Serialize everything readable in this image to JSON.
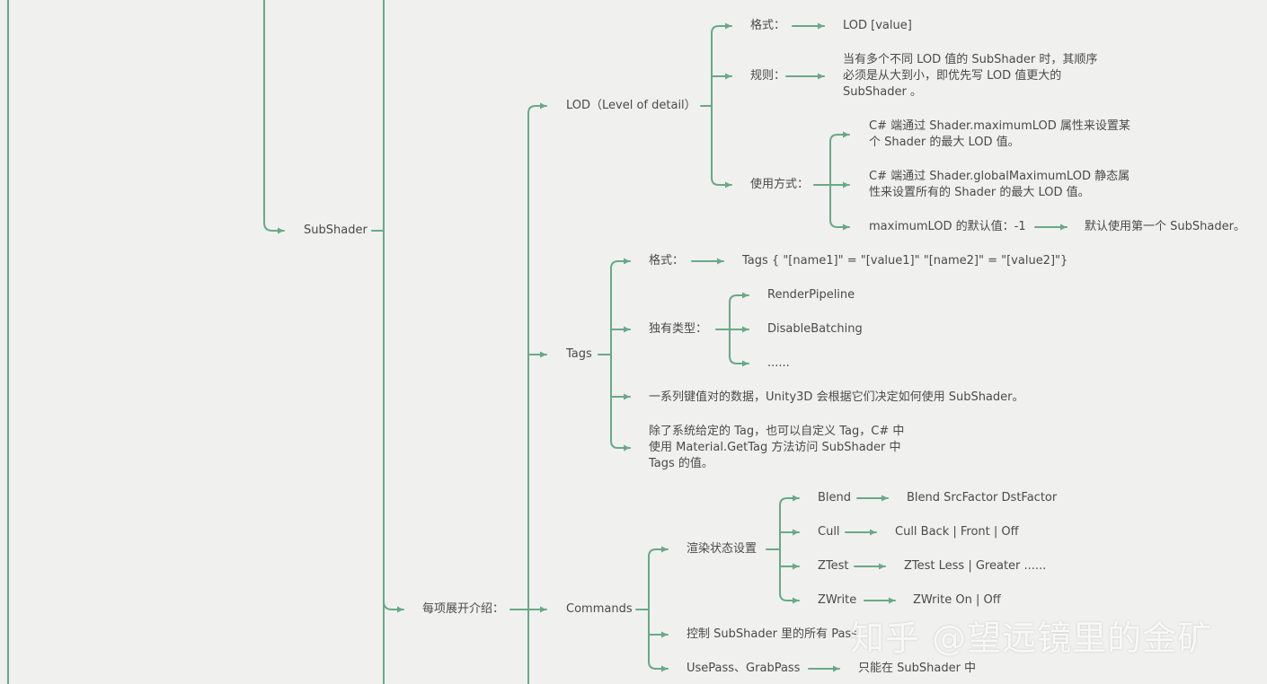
{
  "colors": {
    "background": "#f0f0ef",
    "line": "#68a987",
    "text": "#4a4a4a"
  },
  "nodes": {
    "subshader": "SubShader",
    "expand_intro": "每项展开介绍：",
    "lod": {
      "label": "LOD（Level of detail）",
      "format_label": "格式：",
      "format_value": "LOD [value]",
      "rule_label": "规则：",
      "rule_text": [
        "当有多个不同 LOD 值的 SubShader 时，其顺序",
        "必须是从大到小，即优先写 LOD 值更大的",
        "SubShader 。"
      ],
      "usage_label": "使用方式：",
      "usage_1": [
        "C# 端通过 Shader.maximumLOD 属性来设置某",
        "个 Shader 的最大 LOD 值。"
      ],
      "usage_2": [
        "C# 端通过 Shader.globalMaximumLOD 静态属",
        "性来设置所有的 Shader 的最大 LOD 值。"
      ],
      "usage_3": "maximumLOD 的默认值：-1",
      "usage_3_result": "默认使用第一个 SubShader。"
    },
    "tags": {
      "label": "Tags",
      "format_label": "格式：",
      "format_value": "Tags { \"[name1]\" = \"[value1]\" \"[name2]\" = \"[value2]\"}",
      "unique_label": "独有类型：",
      "unique_types": [
        "RenderPipeline",
        "DisableBatching",
        "......"
      ],
      "desc": "一系列键值对的数据，Unity3D 会根据它们决定如何使用 SubShader。",
      "custom": [
        "除了系统给定的 Tag，也可以自定义 Tag，C# 中",
        "使用 Material.GetTag 方法访问 SubShader 中",
        "Tags 的值。"
      ]
    },
    "commands": {
      "label": "Commands",
      "render_state_label": "渲染状态设置",
      "render_states": [
        {
          "name": "Blend",
          "value": "Blend SrcFactor DstFactor"
        },
        {
          "name": "Cull",
          "value": "Cull Back | Front | Off"
        },
        {
          "name": "ZTest",
          "value": "ZTest Less | Greater ......"
        },
        {
          "name": "ZWrite",
          "value": "ZWrite On | Off"
        }
      ],
      "control_pass": "控制 SubShader 里的所有 Pass",
      "usepass": "UsePass、GrabPass",
      "usepass_note": "只能在 SubShader 中"
    }
  },
  "watermark": "知乎 @望远镜里的金矿"
}
